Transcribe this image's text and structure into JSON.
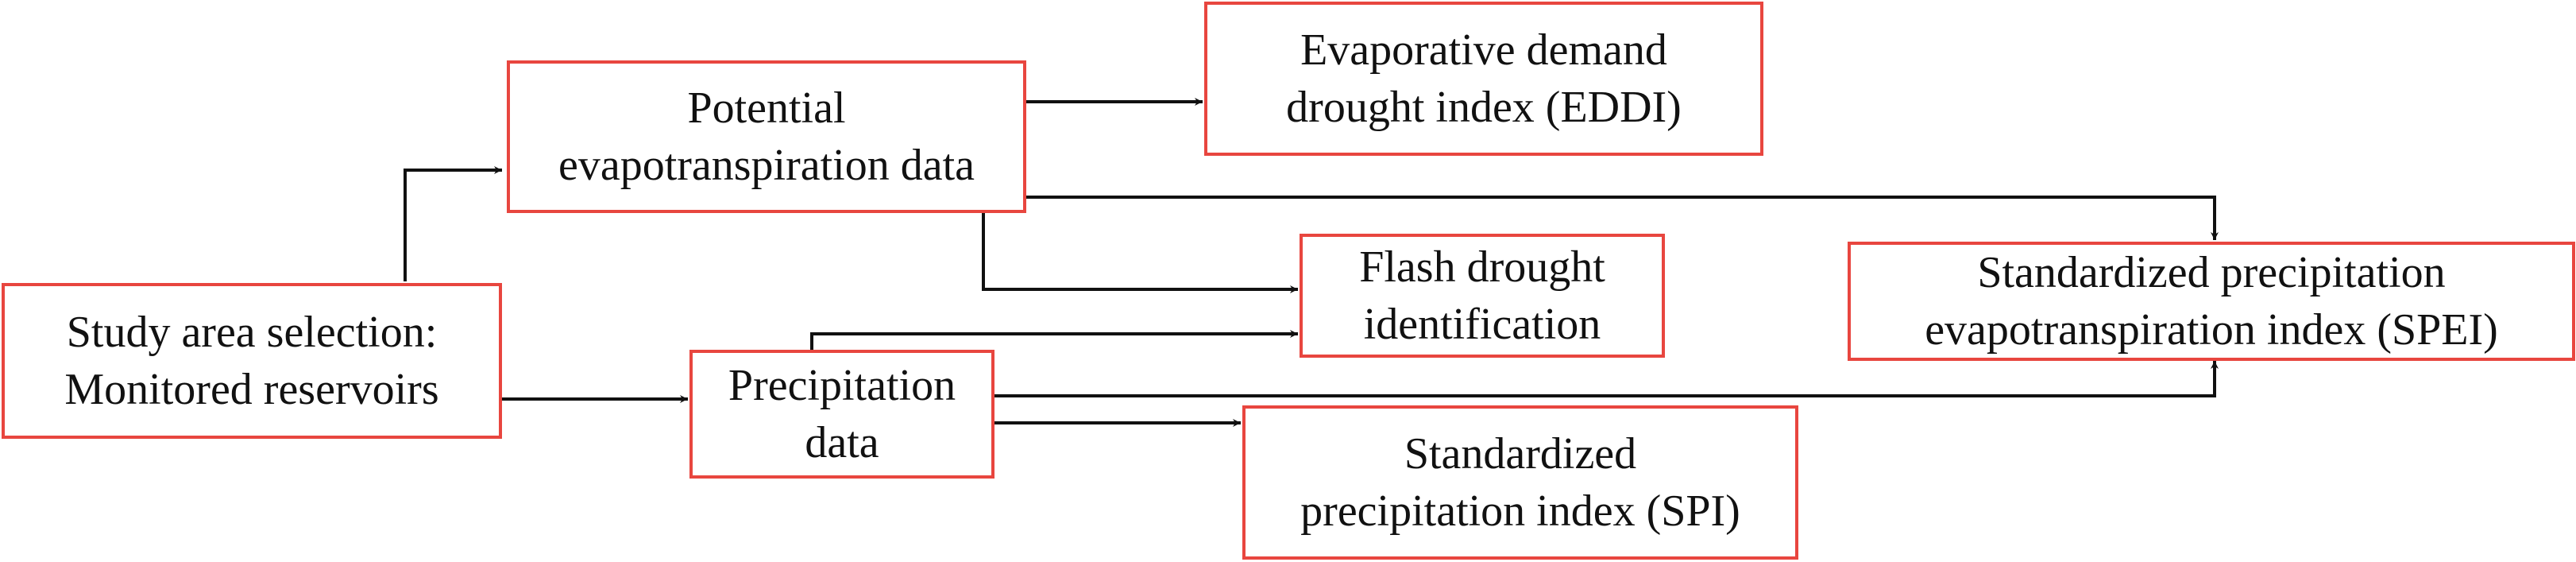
{
  "colors": {
    "box_border": "#e8463f",
    "text": "#111111",
    "connector": "#111111",
    "background": "#ffffff"
  },
  "nodes": {
    "study_area": {
      "lines": [
        "Study area selection:",
        "Monitored reservoirs"
      ]
    },
    "pet_data": {
      "lines": [
        "Potential",
        "evapotranspiration data"
      ]
    },
    "precip_data": {
      "lines": [
        "Precipitation",
        "data"
      ]
    },
    "eddi": {
      "lines": [
        "Evaporative demand",
        "drought index (EDDI)"
      ]
    },
    "flash_drought": {
      "lines": [
        "Flash drought",
        "identification"
      ]
    },
    "spei": {
      "lines": [
        "Standardized precipitation",
        "evapotranspiration index (SPEI)"
      ]
    },
    "spi": {
      "lines": [
        "Standardized",
        "precipitation index (SPI)"
      ]
    }
  },
  "edges": [
    {
      "from": "study_area",
      "to": "pet_data"
    },
    {
      "from": "study_area",
      "to": "precip_data"
    },
    {
      "from": "pet_data",
      "to": "eddi"
    },
    {
      "from": "pet_data",
      "to": "spei"
    },
    {
      "from": "pet_data",
      "to": "flash_drought"
    },
    {
      "from": "precip_data",
      "to": "flash_drought"
    },
    {
      "from": "precip_data",
      "to": "spei"
    },
    {
      "from": "precip_data",
      "to": "spi"
    }
  ]
}
